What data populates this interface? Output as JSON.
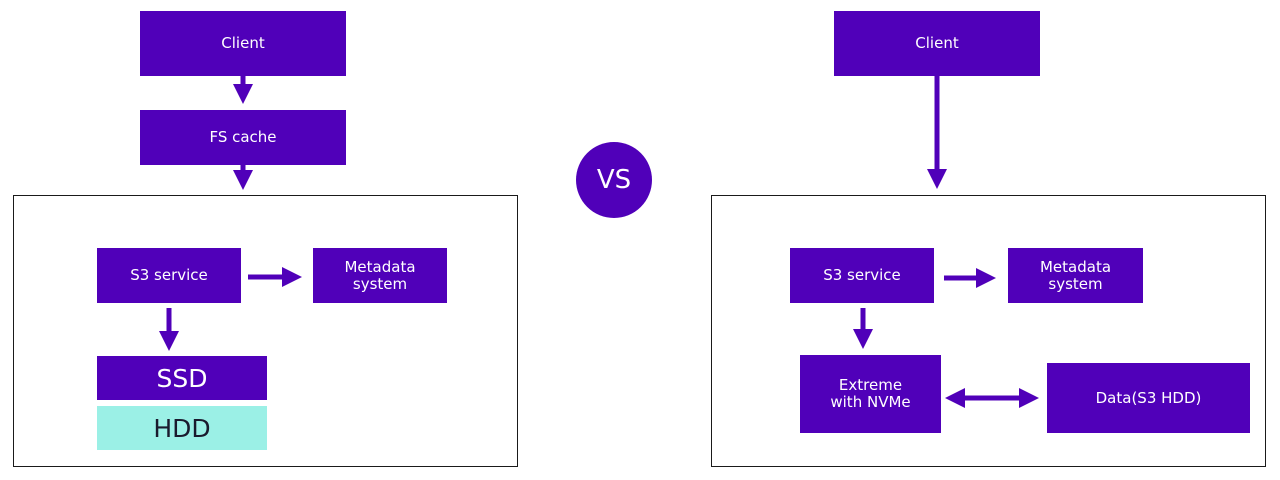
{
  "left": {
    "client": "Client",
    "fs_cache": "FS cache",
    "s3_service": "S3 service",
    "metadata": "Metadata\nsystem",
    "ssd": "SSD",
    "hdd": "HDD"
  },
  "vs": "VS",
  "right": {
    "client": "Client",
    "s3_service": "S3 service",
    "metadata": "Metadata\nsystem",
    "extreme": "Extreme\nwith NVMe",
    "data": "Data(S3 HDD)"
  },
  "colors": {
    "primary": "#5000b9",
    "hdd": "#9bf0e6",
    "frame": "#1a1a1a"
  }
}
